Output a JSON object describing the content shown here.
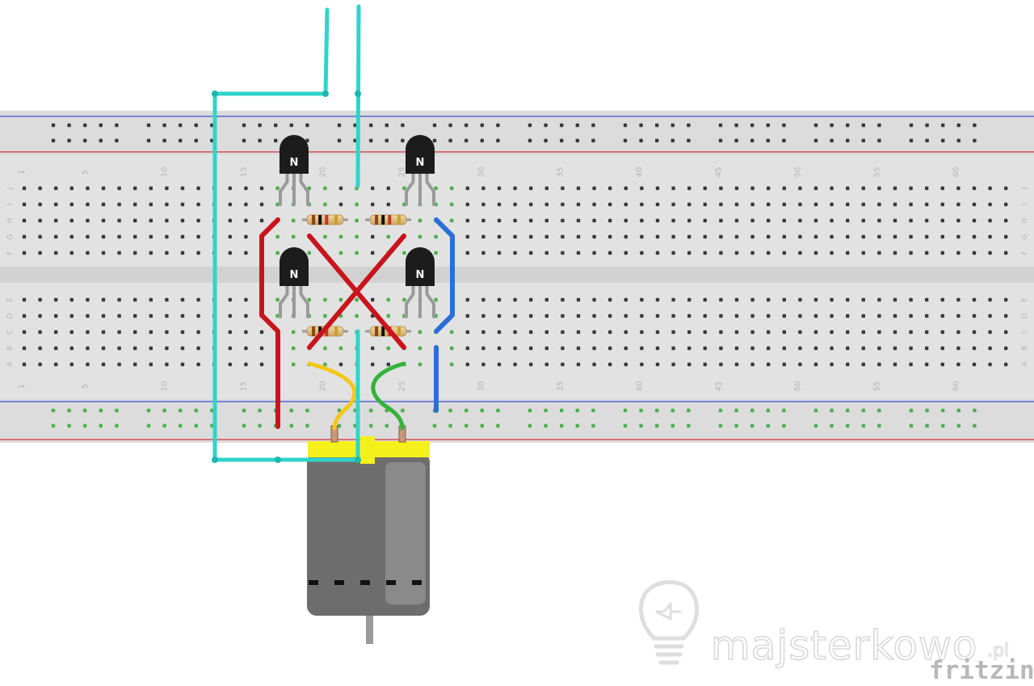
{
  "breadboard": {
    "columns": 63,
    "column_numbers": [
      "1",
      "5",
      "10",
      "15",
      "20",
      "25",
      "30",
      "35",
      "40",
      "45",
      "50",
      "55",
      "60"
    ],
    "rows_top": [
      "J",
      "I",
      "H",
      "G",
      "F"
    ],
    "rows_bottom": [
      "E",
      "D",
      "C",
      "B",
      "A"
    ]
  },
  "transistors": [
    {
      "label": "N"
    },
    {
      "label": "N"
    },
    {
      "label": "N"
    },
    {
      "label": "N"
    }
  ],
  "watermark": {
    "site": "majsterkowo",
    "site_suffix": ".pl",
    "tool": "fritzing"
  },
  "colors": {
    "wire_cyan": "#2fd4cc",
    "wire_red": "#c8141c",
    "wire_blue": "#2a6fd6",
    "wire_yellow": "#f5c71a",
    "wire_green": "#33b33a",
    "board": "#dedede",
    "motor_body": "#6d6d6d",
    "motor_cap": "#f4f01c",
    "rail_red": "#d2323c",
    "rail_blue": "#3850d0"
  }
}
